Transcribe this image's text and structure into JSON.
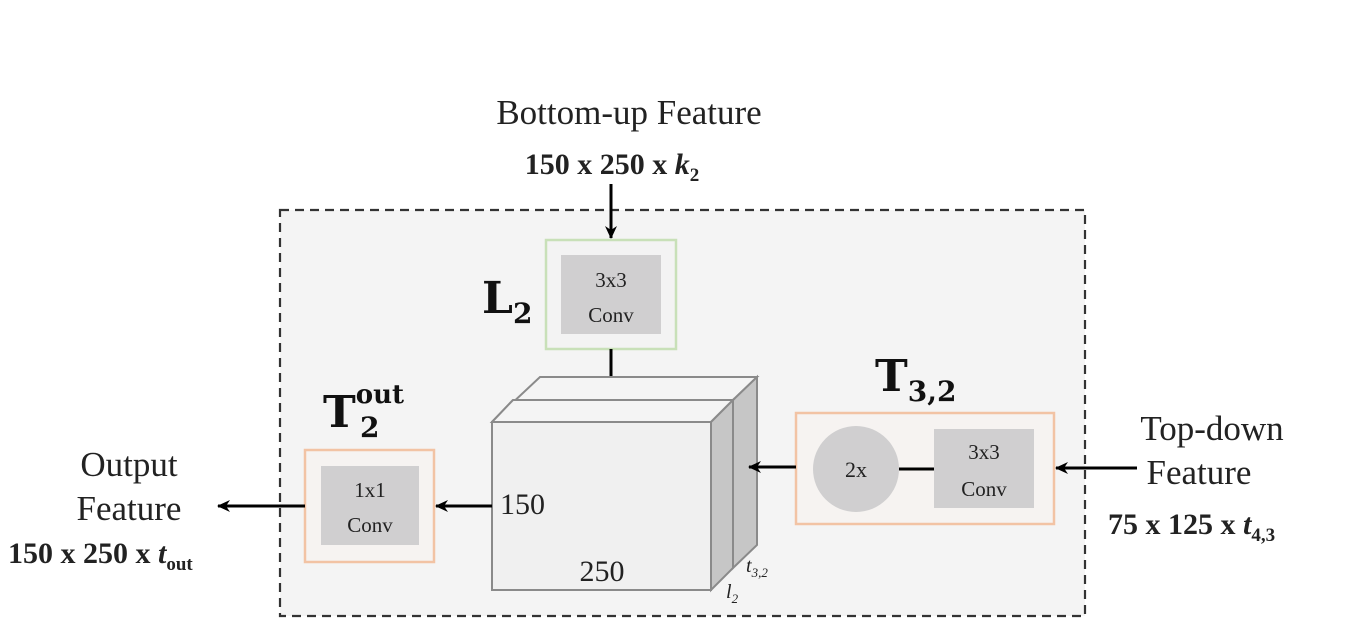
{
  "colors": {
    "module_bg": "#f4f4f4",
    "module_border": "#333333",
    "lateral_border": "#c8e0b8",
    "topdown_border": "#f2c3a4",
    "block_fill": "#d0cfd0",
    "cube_front": "#f0f0f0",
    "cube_side": "#c6c6c6",
    "arrow": "#000000"
  },
  "inputs": {
    "bottom_up": {
      "title": "Bottom-up Feature",
      "dims": "150 x 250 x ",
      "var": "k",
      "var_sub": "2"
    },
    "top_down": {
      "title_line1": "Top-down",
      "title_line2": "Feature",
      "dims": "75 x 125 x ",
      "var": "t",
      "var_sub": "4,3"
    }
  },
  "output": {
    "title_line1": "Output",
    "title_line2": "Feature",
    "dims": "150 x 250 x ",
    "var": "t",
    "var_sub": "out"
  },
  "blocks": {
    "lateral": {
      "symbol": "L",
      "symbol_sub": "2",
      "conv_line1": "3x3",
      "conv_line2": "Conv"
    },
    "top_down": {
      "symbol": "T",
      "symbol_sub": "3,2",
      "upsample_label": "2x",
      "conv_line1": "3x3",
      "conv_line2": "Conv"
    },
    "output": {
      "symbol": "T",
      "symbol_sub": "2",
      "symbol_sup": "out",
      "conv_line1": "1x1",
      "conv_line2": "Conv"
    }
  },
  "tensor": {
    "height_label": "150",
    "width_label": "250",
    "depth_label_1": "l",
    "depth_label_1_sub": "2",
    "depth_label_2": "t",
    "depth_label_2_sub": "3,2"
  }
}
